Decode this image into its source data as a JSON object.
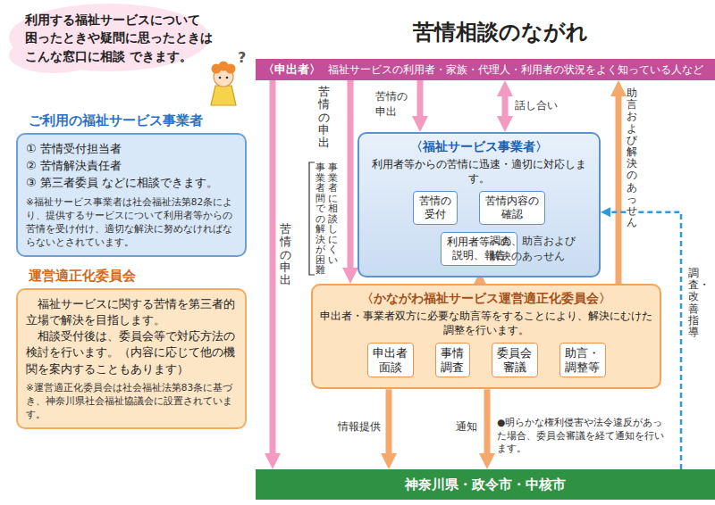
{
  "diagram": {
    "title": "苦情相談のながれ",
    "nodes": [
      {
        "text": [
          "ご利用の福祉サービス事業者",
          "① 苦情受付担当者",
          "② 苦情解決責任者",
          "③ 第三者委員 などに相談できます。",
          "※福祉サービス事業者は社会福祉法第82条により、提供するサービスについて利用者等からの苦情を受け付け、適切な解決に努めなければならないとされています。"
        ]
      },
      {
        "text": [
          "運営適正化委員会",
          "福祉サービスに関する苦情を第三者的立場で解決を目指します。",
          "相談受付後は、委員会等で対応方法の検討を行います。（内容に応じて他の機関を案内することもあります）",
          "※運営適正化委員会は社会福祉法第83条に基づき、神奈川県社会福祉協議会に設置されています。"
        ]
      },
      {
        "text": [
          "〈申出者〉",
          "福祉サービスの利用者・家族・代理人・利用者の状況をよく知っている人など"
        ]
      },
      {
        "text": [
          "〈福祉サービス事業者〉",
          "利用者等からの苦情に迅速・適切に対応します。"
        ]
      },
      {
        "text": [
          "苦情の 受付"
        ],
        "in": 3
      },
      {
        "text": [
          "苦情内容の 確認"
        ],
        "in": 3
      },
      {
        "text": [
          "利用者等への 説明、報告"
        ],
        "in": 3
      },
      {
        "text": [
          "〈かながわ福祉サービス運営適正化委員会〉",
          "申出者・事業者双方に必要な助言等をすることにより、解決にむけた調整を行います。"
        ]
      },
      {
        "text": [
          "申出者 面談"
        ],
        "in": 7
      },
      {
        "text": [
          "事情 調査"
        ],
        "in": 7
      },
      {
        "text": [
          "委員会 審議"
        ],
        "in": 7
      },
      {
        "text": [
          "助言・ 調整等"
        ],
        "in": 7
      },
      {
        "text": [
          "神奈川県・政令市・中核市"
        ]
      }
    ],
    "edges": [
      {
        "from": 2,
        "to": 3,
        "label": "苦情の 申出",
        "arrow": "to"
      },
      {
        "from": 2,
        "to": 3,
        "label": "話し合い",
        "arrow": "both"
      },
      {
        "from": 2,
        "to": 12,
        "label": "苦情の申出",
        "arrow": "to"
      },
      {
        "from": 2,
        "to": 7,
        "label": "苦情の申出",
        "arrow": "to"
      },
      {
        "from": 7,
        "to": 2,
        "label": "助言および 解決のあっせん",
        "arrow": "to"
      },
      {
        "from": 7,
        "to": 3,
        "label": "調査、助言および 解決のあっせん",
        "arrow": "to"
      },
      {
        "from": 7,
        "to": 12,
        "label": "情報提供",
        "arrow": "to"
      },
      {
        "from": 7,
        "to": 12,
        "label": "通知",
        "arrow": "to"
      },
      {
        "from": 12,
        "to": 3,
        "label": "調査・改善指導",
        "arrow": "to"
      },
      {
        "from": 4,
        "to": 5,
        "arrow": "to"
      },
      {
        "from": 5,
        "to": 6,
        "arrow": "to"
      },
      {
        "from": 8,
        "to": 9,
        "arrow": "to"
      },
      {
        "from": 9,
        "to": 10,
        "arrow": "to"
      },
      {
        "from": 10,
        "to": 11,
        "arrow": "to"
      }
    ],
    "labels": [
      "利用する福祉サービスについて 困ったときや疑問に思ったときは こんな窓口に相談 できます。",
      "?",
      "事業者間での解決が困難",
      "事業者に相談しにくい",
      "●明らかな権利侵害や法令違反があった場合、委員会審議を経て通知を行います。"
    ]
  }
}
